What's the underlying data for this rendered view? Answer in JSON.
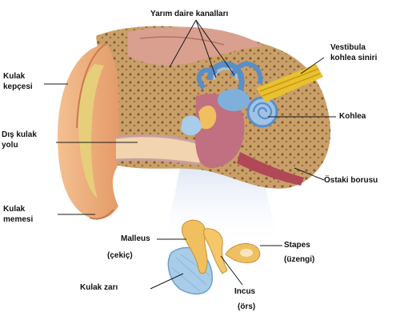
{
  "labels": {
    "semicircular_canals": "Yarım daire kanalları",
    "vestibulocochlear_nerve": [
      "Vestibula",
      "kohlea siniri"
    ],
    "pinna": [
      "Kulak",
      "kepçesi"
    ],
    "cochlea": "Kohlea",
    "ear_canal": [
      "Dış kulak",
      "yolu"
    ],
    "eustachian_tube": "Östaki borusu",
    "earlobe": [
      "Kulak",
      "memesi"
    ],
    "malleus": "Malleus",
    "malleus_tr": "(çekiç)",
    "stapes": "Stapes",
    "stapes_tr": "(üzengi)",
    "eardrum": "Kulak zarı",
    "incus": "Incus",
    "incus_tr": "(örs)"
  },
  "colors": {
    "skin": "#f0b080",
    "skin_dark": "#d9895a",
    "bone": "#c9a06a",
    "bone_dot": "#8a5a2a",
    "cartilage": "#e6d27a",
    "canal_wall": "#c9a0a0",
    "cochlea": "#9ec3e6",
    "nerve": "#e8c030",
    "ossicle": "#f0c060",
    "eardrum": "#a9cde9",
    "muscle": "#c05060"
  }
}
